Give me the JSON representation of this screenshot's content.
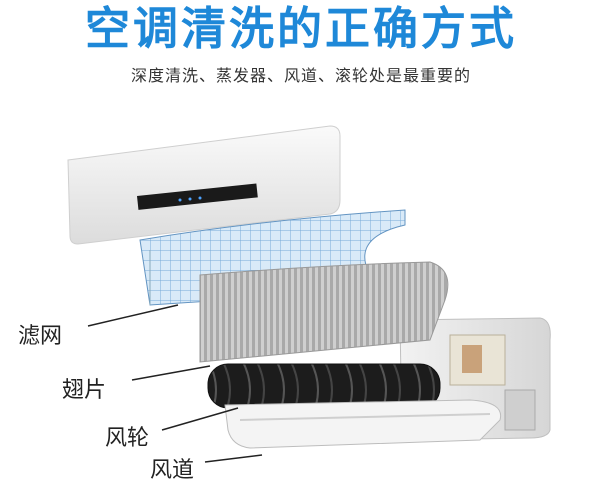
{
  "title": "空调清洗的正确方式",
  "subtitle": "深度清洗、蒸发器、风道、滚轮处是最重要的",
  "labels": {
    "filter": "滤网",
    "louver": "翅片",
    "fan": "风轮",
    "duct": "风道"
  },
  "colors": {
    "title": "#1e88d8",
    "filter_mesh": "#7fb7e6"
  }
}
